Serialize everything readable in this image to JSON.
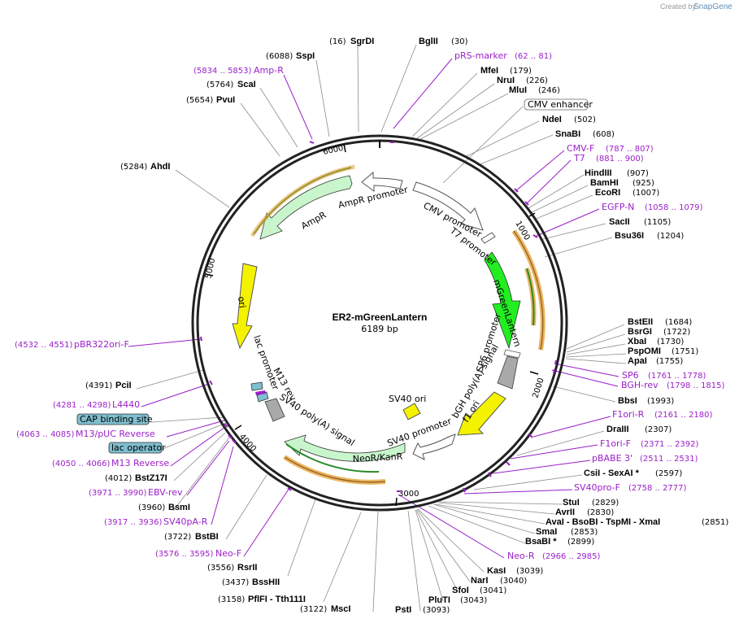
{
  "watermark": {
    "prefix": "Created by",
    "brand": "SnapGene"
  },
  "plasmid": {
    "name": "ER2-mGreenLantern",
    "size": "6189 bp"
  },
  "ticks": [
    "1000",
    "2000",
    "3000",
    "4000",
    "5000",
    "6000"
  ],
  "enzymes": {
    "SgrDI": {
      "label": "SgrDI",
      "pos": "(16)"
    },
    "BglII": {
      "label": "BglII",
      "pos": "(30)"
    },
    "MfeI": {
      "label": "MfeI",
      "pos": "(179)"
    },
    "NruI": {
      "label": "NruI",
      "pos": "(226)"
    },
    "MluI": {
      "label": "MluI",
      "pos": "(246)"
    },
    "NdeI": {
      "label": "NdeI",
      "pos": "(502)"
    },
    "SnaBI": {
      "label": "SnaBI",
      "pos": "(608)"
    },
    "HindIII": {
      "label": "HindIII",
      "pos": "(907)"
    },
    "BamHI": {
      "label": "BamHI",
      "pos": "(925)"
    },
    "EcoRI": {
      "label": "EcoRI",
      "pos": "(1007)"
    },
    "SacII": {
      "label": "SacII",
      "pos": "(1105)"
    },
    "Bsu36I": {
      "label": "Bsu36I",
      "pos": "(1204)"
    },
    "BstEII": {
      "label": "BstEII",
      "pos": "(1684)"
    },
    "BsrGI": {
      "label": "BsrGI",
      "pos": "(1722)"
    },
    "XbaI": {
      "label": "XbaI",
      "pos": "(1730)"
    },
    "PspOMI": {
      "label": "PspOMI",
      "pos": "(1751)"
    },
    "ApaI": {
      "label": "ApaI",
      "pos": "(1755)"
    },
    "BbsI": {
      "label": "BbsI",
      "pos": "(1993)"
    },
    "DraIII": {
      "label": "DraIII",
      "pos": "(2307)"
    },
    "CsiI_SexAI": {
      "label": "CsiI  -  SexAI  *",
      "pos": "(2597)"
    },
    "StuI": {
      "label": "StuI",
      "pos": "(2829)"
    },
    "AvrII": {
      "label": "AvrII",
      "pos": "(2830)"
    },
    "AvaI_group": {
      "label": "AvaI  -  BsoBI  -  TspMI  -  XmaI",
      "pos": "(2851)"
    },
    "SmaI": {
      "label": "SmaI",
      "pos": "(2853)"
    },
    "BsaBI": {
      "label": "BsaBI  *",
      "pos": "(2899)"
    },
    "KasI": {
      "label": "KasI",
      "pos": "(3039)"
    },
    "NarI": {
      "label": "NarI",
      "pos": "(3040)"
    },
    "SfoI": {
      "label": "SfoI",
      "pos": "(3041)"
    },
    "PluTI": {
      "label": "PluTI",
      "pos": "(3043)"
    },
    "PstI": {
      "label": "PstI",
      "pos": "(3093)"
    },
    "MscI": {
      "label": "MscI",
      "pos": "(3122)"
    },
    "PflFI_Tth111I": {
      "label": "PflFI  -  Tth111I",
      "pos": "(3158)"
    },
    "BssHII": {
      "label": "BssHII",
      "pos": "(3437)"
    },
    "RsrII": {
      "label": "RsrII",
      "pos": "(3556)"
    },
    "BstBI": {
      "label": "BstBI",
      "pos": "(3722)"
    },
    "BsmI": {
      "label": "BsmI",
      "pos": "(3960)"
    },
    "BstZ17I": {
      "label": "BstZ17I",
      "pos": "(4012)"
    },
    "PciI": {
      "label": "PciI",
      "pos": "(4391)"
    },
    "AhdI": {
      "label": "AhdI",
      "pos": "(5284)"
    },
    "PvuI": {
      "label": "PvuI",
      "pos": "(5654)"
    },
    "ScaI": {
      "label": "ScaI",
      "pos": "(5764)"
    },
    "SspI": {
      "label": "SspI",
      "pos": "(6088)"
    }
  },
  "primers": {
    "pRS_marker": {
      "label": "pRS-marker",
      "range": "(62 .. 81)"
    },
    "Amp_R": {
      "label": "Amp-R",
      "range": "(5834 .. 5853)"
    },
    "CMV_F": {
      "label": "CMV-F",
      "range": "(787 .. 807)"
    },
    "T7": {
      "label": "T7",
      "range": "(881 .. 900)"
    },
    "EGFP_N": {
      "label": "EGFP-N",
      "range": "(1058 .. 1079)"
    },
    "SP6": {
      "label": "SP6",
      "range": "(1761 .. 1778)"
    },
    "BGH_rev": {
      "label": "BGH-rev",
      "range": "(1798 .. 1815)"
    },
    "F1ori_R": {
      "label": "F1ori-R",
      "range": "(2161 .. 2180)"
    },
    "F1ori_F": {
      "label": "F1ori-F",
      "range": "(2371 .. 2392)"
    },
    "pBABE3": {
      "label": "pBABE 3'",
      "range": "(2511 .. 2531)"
    },
    "SV40pro_F": {
      "label": "SV40pro-F",
      "range": "(2758 .. 2777)"
    },
    "Neo_R": {
      "label": "Neo-R",
      "range": "(2966 .. 2985)"
    },
    "Neo_F": {
      "label": "Neo-F",
      "range": "(3576 .. 3595)"
    },
    "SV40pA_R": {
      "label": "SV40pA-R",
      "range": "(3917 .. 3936)"
    },
    "EBV_rev": {
      "label": "EBV-rev",
      "range": "(3971 .. 3990)"
    },
    "M13_Reverse": {
      "label": "M13 Reverse",
      "range": "(4050 .. 4066)"
    },
    "M13_pUC_Reverse": {
      "label": "M13/pUC Reverse",
      "range": "(4063 .. 4085)"
    },
    "L4440": {
      "label": "L4440",
      "range": "(4281 .. 4298)"
    },
    "pBR322ori_F": {
      "label": "pBR322ori-F",
      "range": "(4532 .. 4551)"
    }
  },
  "boxed_features": {
    "cmv_enhancer": "CMV enhancer",
    "cap_binding_site": "CAP binding site",
    "lac_operator": "lac operator"
  },
  "features": {
    "ampr_promoter": "AmpR promoter",
    "ampr": "AmpR",
    "ori": "ori",
    "cmv_promoter": "CMV promoter",
    "t7_promoter": "T7 promoter",
    "mgreenlantern": "mGreenLantern",
    "sp6_promoter": "SP6 promoter",
    "bgh_polya": "bGH poly(A) signal",
    "f1_ori": "f1 ori",
    "sv40_ori": "SV40 ori",
    "sv40_promoter": "SV40 promoter",
    "neor_kanr": "NeoR/KanR",
    "sv40_polya": "SV40 poly(A) signal",
    "m13_rev": "M13 rev",
    "lac_promoter": "lac promoter"
  },
  "colors": {
    "backbone": "#222222",
    "primer": "#9b1fc9",
    "ampr_fill": "#c9f5cc",
    "ori_fill": "#f5f200",
    "mgreenlantern_fill": "#22ee22",
    "f1_fill": "#f5f200",
    "neo_fill": "#c9f5cc",
    "promoter_fill": "#ffffff",
    "polya_fill": "#a9a9a9",
    "orf_outline": "#e6a13a",
    "box_fill": "#7fbfcf"
  }
}
